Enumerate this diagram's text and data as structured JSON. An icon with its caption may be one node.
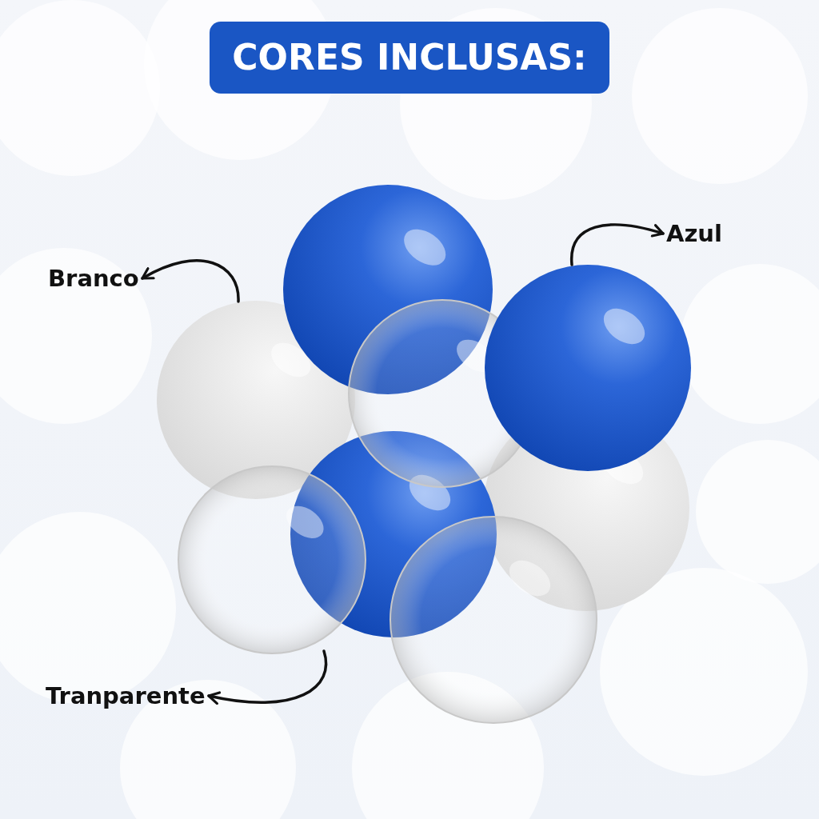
{
  "diagram": {
    "title": "CORES INCLUSAS:",
    "nodes": [
      {
        "text": [
          "Branco"
        ]
      },
      {
        "text": [],
        "shape": "circle"
      },
      {
        "text": [
          "Azul"
        ]
      },
      {
        "text": [],
        "shape": "circle"
      },
      {
        "text": [
          "Tranparente"
        ]
      },
      {
        "text": [],
        "shape": "circle"
      }
    ],
    "edges": [
      {
        "from": 1,
        "to": 0,
        "arrow": "to"
      },
      {
        "from": 3,
        "to": 2,
        "arrow": "to"
      },
      {
        "from": 5,
        "to": 4,
        "arrow": "to"
      }
    ]
  }
}
